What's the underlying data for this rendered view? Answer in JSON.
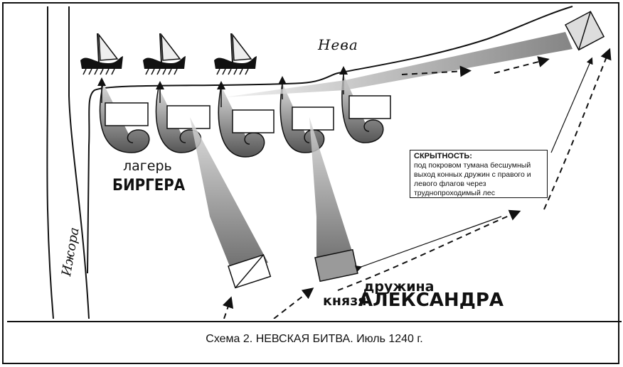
{
  "map": {
    "river_neva": "Нева",
    "river_izhora": "Ижора",
    "camp_label_line1": "лагерь",
    "camp_label_line2": "БИРГЕРА",
    "druzhina_line1": "дружина",
    "druzhina_line2_a": "князя",
    "druzhina_line2_b": "АЛЕКСАНДРА",
    "note": {
      "title": "СКРЫТНОСТЬ:",
      "body": "под покровом тумана бесшумный выход конных дружин с правого и левого флагов через труднопроходимый лес"
    }
  },
  "caption": "Схема 2. НЕВСКАЯ БИТВА. Июль 1240 г.",
  "colors": {
    "ink": "#111111",
    "shade": "#9a9a9a",
    "paper": "#ffffff"
  }
}
